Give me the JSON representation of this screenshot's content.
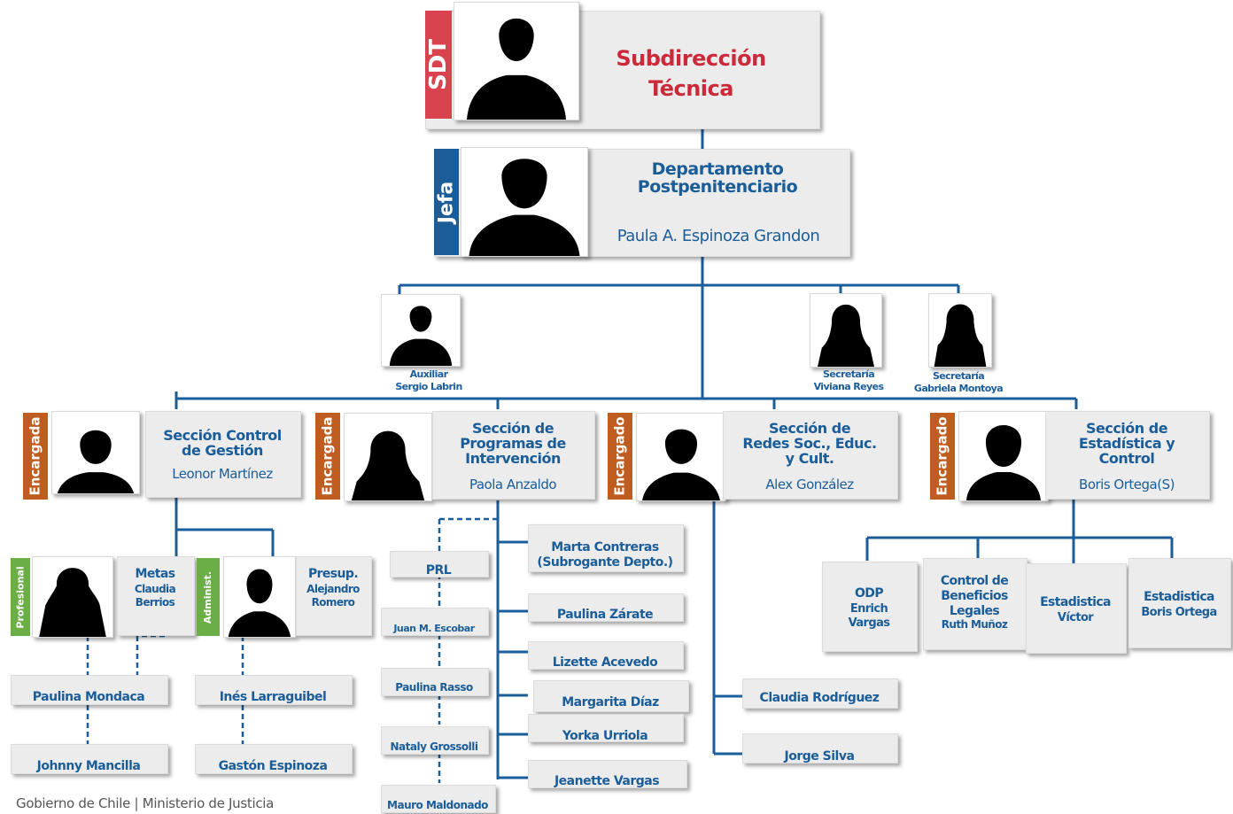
{
  "top": {
    "tab": "SDT",
    "title_line1": "Subdirección",
    "title_line2": "Técnica"
  },
  "department": {
    "tab": "Jefa",
    "title_line1": "Departamento",
    "title_line2": "Postpenitenciario",
    "person": "Paula A. Espinoza Grandon"
  },
  "staff": {
    "auxiliar": {
      "role": "Auxiliar",
      "name": "Sergio Labrin"
    },
    "secretaria1": {
      "role": "Secretaría",
      "name": "Viviana Reyes"
    },
    "secretaria2": {
      "role": "Secretaría",
      "name": "Gabriela Montoya"
    }
  },
  "sections": {
    "control": {
      "tab": "Encargada",
      "line1": "Sección Control",
      "line2": "de Gestión",
      "person": "Leonor Martínez"
    },
    "programas": {
      "tab": "Encargada",
      "line1": "Sección de",
      "line2": "Programas de",
      "line3": "Intervención",
      "person": "Paola Anzaldo"
    },
    "redes": {
      "tab": "Encargado",
      "line1": "Sección de",
      "line2": "Redes Soc., Educ.",
      "line3": "y Cult.",
      "person": "Alex González"
    },
    "estadistica": {
      "tab": "Encargado",
      "line1": "Sección de",
      "line2": "Estadística y",
      "line3": "Control",
      "person": "Boris Ortega(S)"
    }
  },
  "control_sub": {
    "profesional": {
      "tab": "Profesional",
      "title": "Metas",
      "name1": "Claudia",
      "name2": "Berrios"
    },
    "administ": {
      "tab": "Administ.",
      "title": "Presup.",
      "name1": "Alejandro",
      "name2": "Romero"
    },
    "left": [
      "Paulina Mondaca",
      "Johnny Mancilla"
    ],
    "right": [
      "Inés Larraguibel",
      "Gastón Espinoza"
    ]
  },
  "programas_sub": {
    "prl": "PRL",
    "prl_members": [
      "Juan M. Escobar",
      "Paulina Rasso",
      "Nataly Grossolli",
      "Mauro Maldonado"
    ],
    "right_line1": "Marta Contreras",
    "right_line2": "(Subrogante  Depto.)",
    "right": [
      "Paulina Zárate",
      "Lizette Acevedo",
      "Margarita Díaz",
      "Yorka  Urriola",
      "Jeanette Vargas"
    ]
  },
  "redes_sub": [
    "Claudia Rodríguez",
    "Jorge Silva"
  ],
  "estadistica_sub": {
    "odp": {
      "title": "ODP",
      "name1": "Enrich",
      "name2": "Vargas"
    },
    "beneficios": {
      "line1": "Control de",
      "line2": "Beneficios",
      "line3": "Legales",
      "name": "Ruth Muñoz"
    },
    "est1": {
      "title": "Estadistica",
      "name": "Víctor"
    },
    "est2": {
      "title": "Estadistica",
      "name": "Boris Ortega"
    }
  },
  "footer": "Gobierno de Chile | Ministerio de Justicia",
  "colors": {
    "line": "#1b5d99",
    "title_red": "#cc2a3a",
    "tab_red": "#d9434f",
    "tab_blue": "#1b5d99",
    "tab_orange": "#bf5d20",
    "tab_green": "#6aae45"
  },
  "icons": [
    "person-silhouette-icon"
  ]
}
